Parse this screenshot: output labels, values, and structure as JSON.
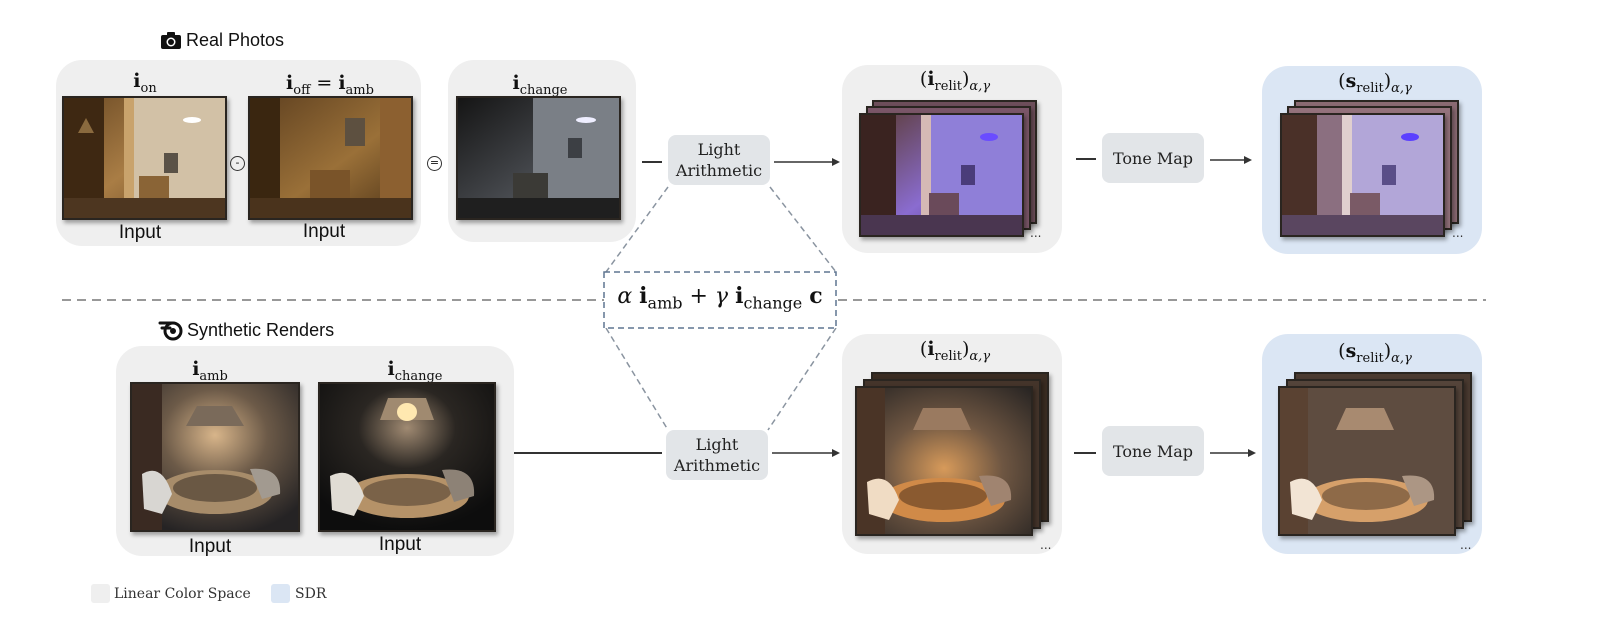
{
  "sections": {
    "real_title": "Real Photos",
    "synthetic_title": "Synthetic Renders"
  },
  "real": {
    "i_on_label_main": "i",
    "i_on_label_sub": "on",
    "i_off_label_main": "i",
    "i_off_label_sub": "off",
    "i_off_equals": "=",
    "i_amb_main": "i",
    "i_amb_sub": "amb",
    "i_change_main": "i",
    "i_change_sub": "change",
    "input1": "Input",
    "input2": "Input",
    "minus_op": "-",
    "equals_op": "=",
    "light_arith_line1": "Light",
    "light_arith_line2": "Arithmetic",
    "relit_main": "i",
    "relit_sub": "relit",
    "relit_script": "α,γ",
    "tone_map": "Tone Map",
    "srelit_main": "s",
    "srelit_sub": "relit",
    "srelit_script": "α,γ",
    "ellipsis": "..."
  },
  "formula": {
    "alpha": "α",
    "i1": "i",
    "amb": "amb",
    "plus": "+",
    "gamma": "γ",
    "i2": "i",
    "change": "change",
    "c": "c"
  },
  "synthetic": {
    "i_amb_main": "i",
    "i_amb_sub": "amb",
    "i_change_main": "i",
    "i_change_sub": "change",
    "input1": "Input",
    "input2": "Input",
    "light_arith_line1": "Light",
    "light_arith_line2": "Arithmetic",
    "relit_main": "i",
    "relit_sub": "relit",
    "relit_script": "α,γ",
    "tone_map": "Tone Map",
    "srelit_main": "s",
    "srelit_sub": "relit",
    "srelit_script": "α,γ",
    "ellipsis": "..."
  },
  "legend": {
    "linear": "Linear Color Space",
    "sdr": "SDR"
  },
  "colors": {
    "linear_panel": "#efefef",
    "sdr_panel": "#dbe6f4",
    "op_box": "#e2e5e8"
  },
  "icons": {
    "real_icon": "camera-icon",
    "synthetic_icon": "blender-icon"
  }
}
